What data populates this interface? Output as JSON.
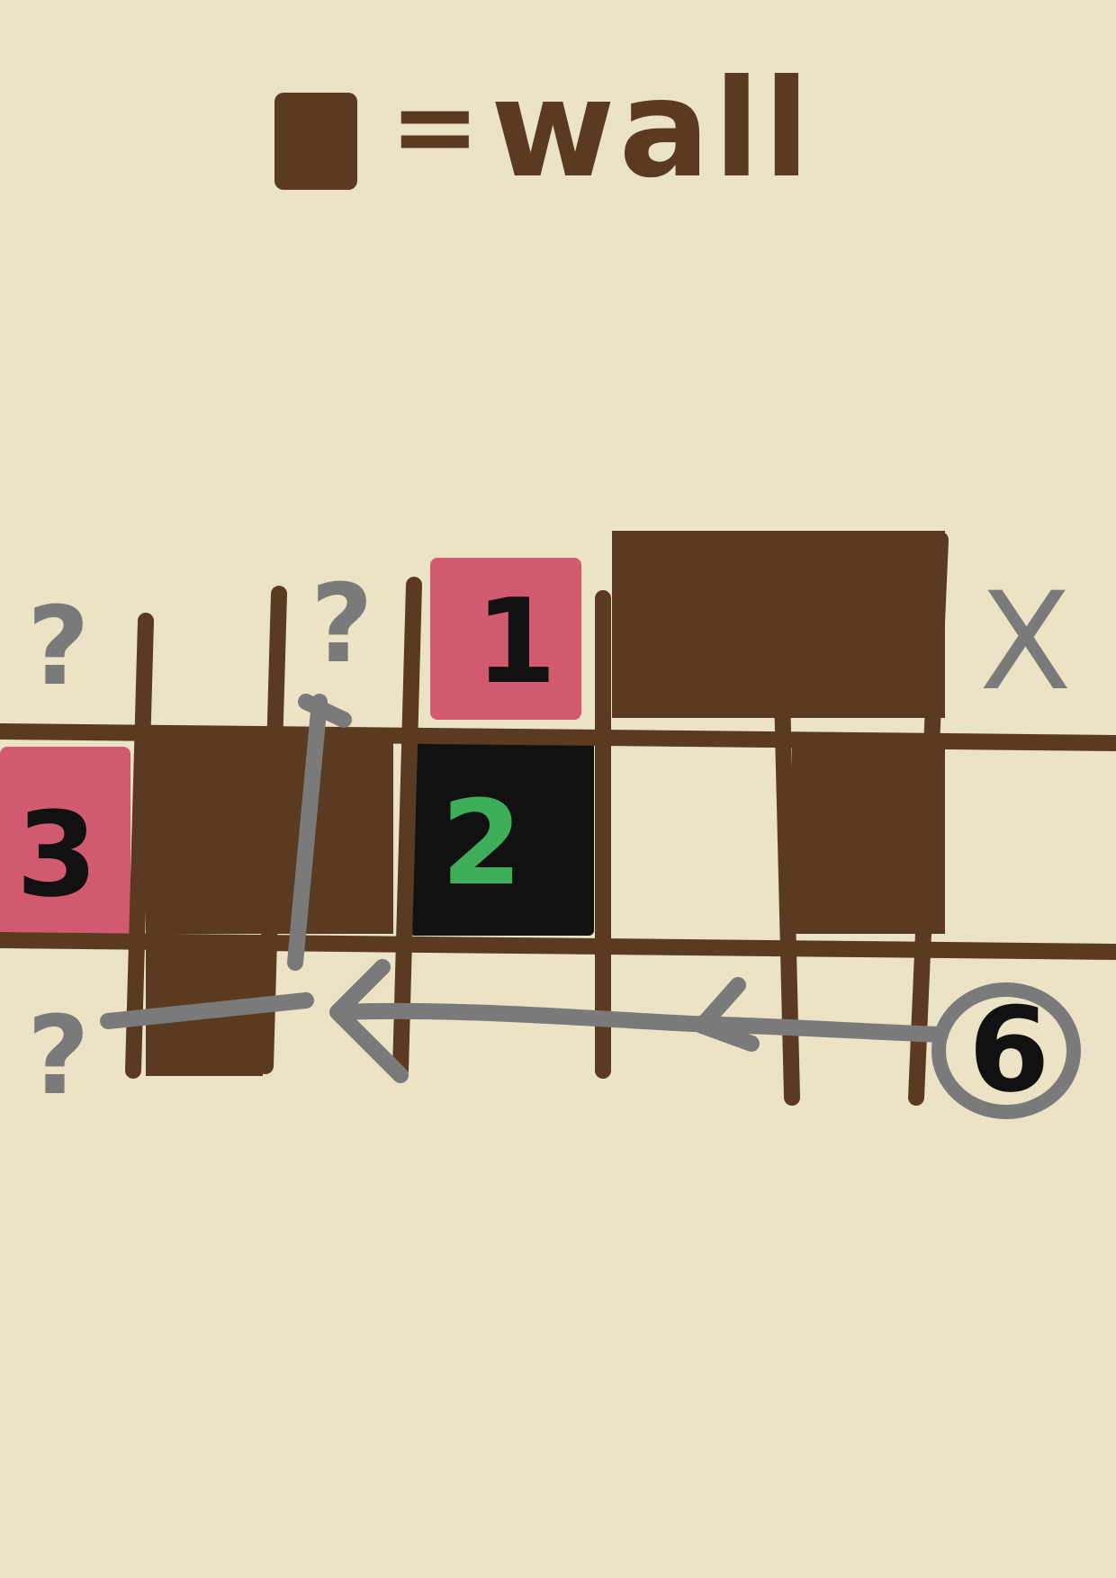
{
  "legend": {
    "equals": "=",
    "label": "wall"
  },
  "markers": {
    "unknown_top_left": "?",
    "unknown_top_mid": "?",
    "unknown_bottom_left": "?",
    "blocked_right": "X"
  },
  "cells": {
    "top_pink_number": "1",
    "left_pink_number": "3",
    "center_black_number": "2",
    "circled_number": "6"
  },
  "colors": {
    "background": "#ece3c6",
    "wall": "#5a3a20",
    "grid_line": "#5a3a20",
    "pink_cell": "#d25a6e",
    "black_cell": "#111111",
    "green_number": "#3fae5a",
    "path_gray": "#7a7a7a"
  }
}
